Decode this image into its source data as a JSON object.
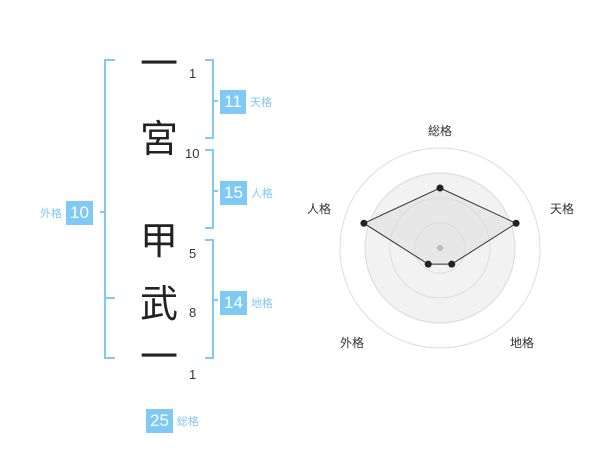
{
  "name_chars": [
    {
      "char": "一",
      "strokes": "1"
    },
    {
      "char": "宮",
      "strokes": "10"
    },
    {
      "char": "甲",
      "strokes": "5"
    },
    {
      "char": "武",
      "strokes": "8"
    },
    {
      "char": "一",
      "strokes": "1"
    }
  ],
  "fortunes": {
    "tenkaku": {
      "value": "11",
      "label": "天格"
    },
    "jinkaku": {
      "value": "15",
      "label": "人格"
    },
    "chikaku": {
      "value": "14",
      "label": "地格"
    },
    "gaikaku": {
      "value": "10",
      "label": "外格"
    },
    "soukaku": {
      "value": "25",
      "label": "総格"
    }
  },
  "accent_color": "#7fc9f5",
  "radar": {
    "axes": [
      "総格",
      "天格",
      "地格",
      "外格",
      "人格"
    ],
    "levels": 4,
    "values": [
      3,
      4,
      1,
      1,
      4
    ],
    "max": 5
  }
}
